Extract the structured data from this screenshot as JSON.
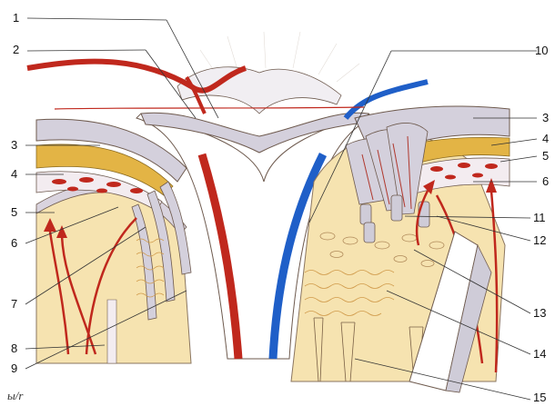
{
  "labels": {
    "l1": "1",
    "l2": "2",
    "l3_left": "3",
    "l4_left": "4",
    "l5_left": "5",
    "l6_left": "6",
    "l7": "7",
    "l8": "8",
    "l9": "9",
    "l10": "10",
    "l3_right": "3",
    "l4_right": "4",
    "l5_right": "5",
    "l6_right": "6",
    "l11": "11",
    "l12": "12",
    "l13": "13",
    "l14": "14",
    "l15": "15"
  },
  "signature": "ы/r",
  "colors": {
    "artery": "#c0281d",
    "vein": "#1f5fc8",
    "tissue_yellow": "#f6e3b0",
    "fat_layer": "#e3b445",
    "membrane_gray": "#c9c5d3",
    "outline": "#6e5a4e"
  }
}
